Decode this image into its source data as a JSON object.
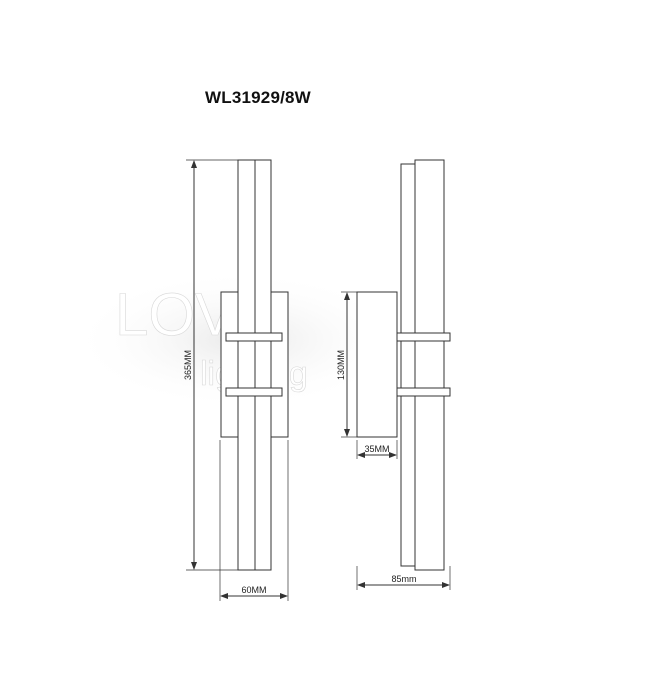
{
  "title": "WL31929/8W",
  "watermark": {
    "line1": "LOVE",
    "line2": "lighting"
  },
  "dimensions": {
    "height": "365MM",
    "width_front": "60MM",
    "backplate_height": "130MM",
    "backplate_depth": "35MM",
    "depth_total": "85mm"
  },
  "colors": {
    "line": "#333333",
    "background": "#ffffff"
  }
}
